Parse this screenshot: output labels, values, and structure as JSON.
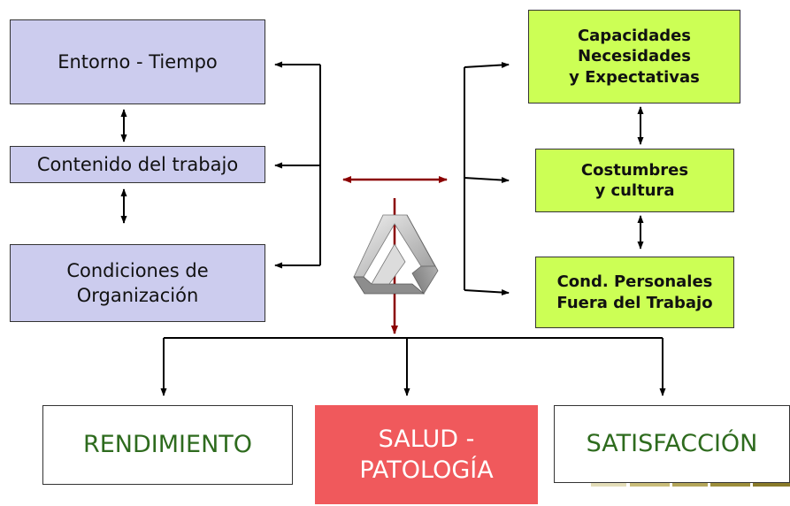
{
  "left_boxes": {
    "entorno": "Entorno - Tiempo",
    "contenido": "Contenido del trabajo",
    "condiciones": "Condiciones de\nOrganización"
  },
  "right_boxes": {
    "capacidades": "Capacidades\nNecesidades\ny Expectativas",
    "costumbres": "Costumbres\ny cultura",
    "cond_personales": "Cond. Personales\nFuera del Trabajo"
  },
  "outcomes": {
    "rendimiento": "RENDIMIENTO",
    "salud": "SALUD -\nPATOLOGÍA",
    "satisfaccion": "SATISFACCIÓN"
  },
  "colors": {
    "left_fill": "#ccccee",
    "right_fill": "#ccff55",
    "salud_fill": "#f0595c",
    "outcome_text": "#2e6b1e",
    "center_arrow": "#8b0000"
  }
}
